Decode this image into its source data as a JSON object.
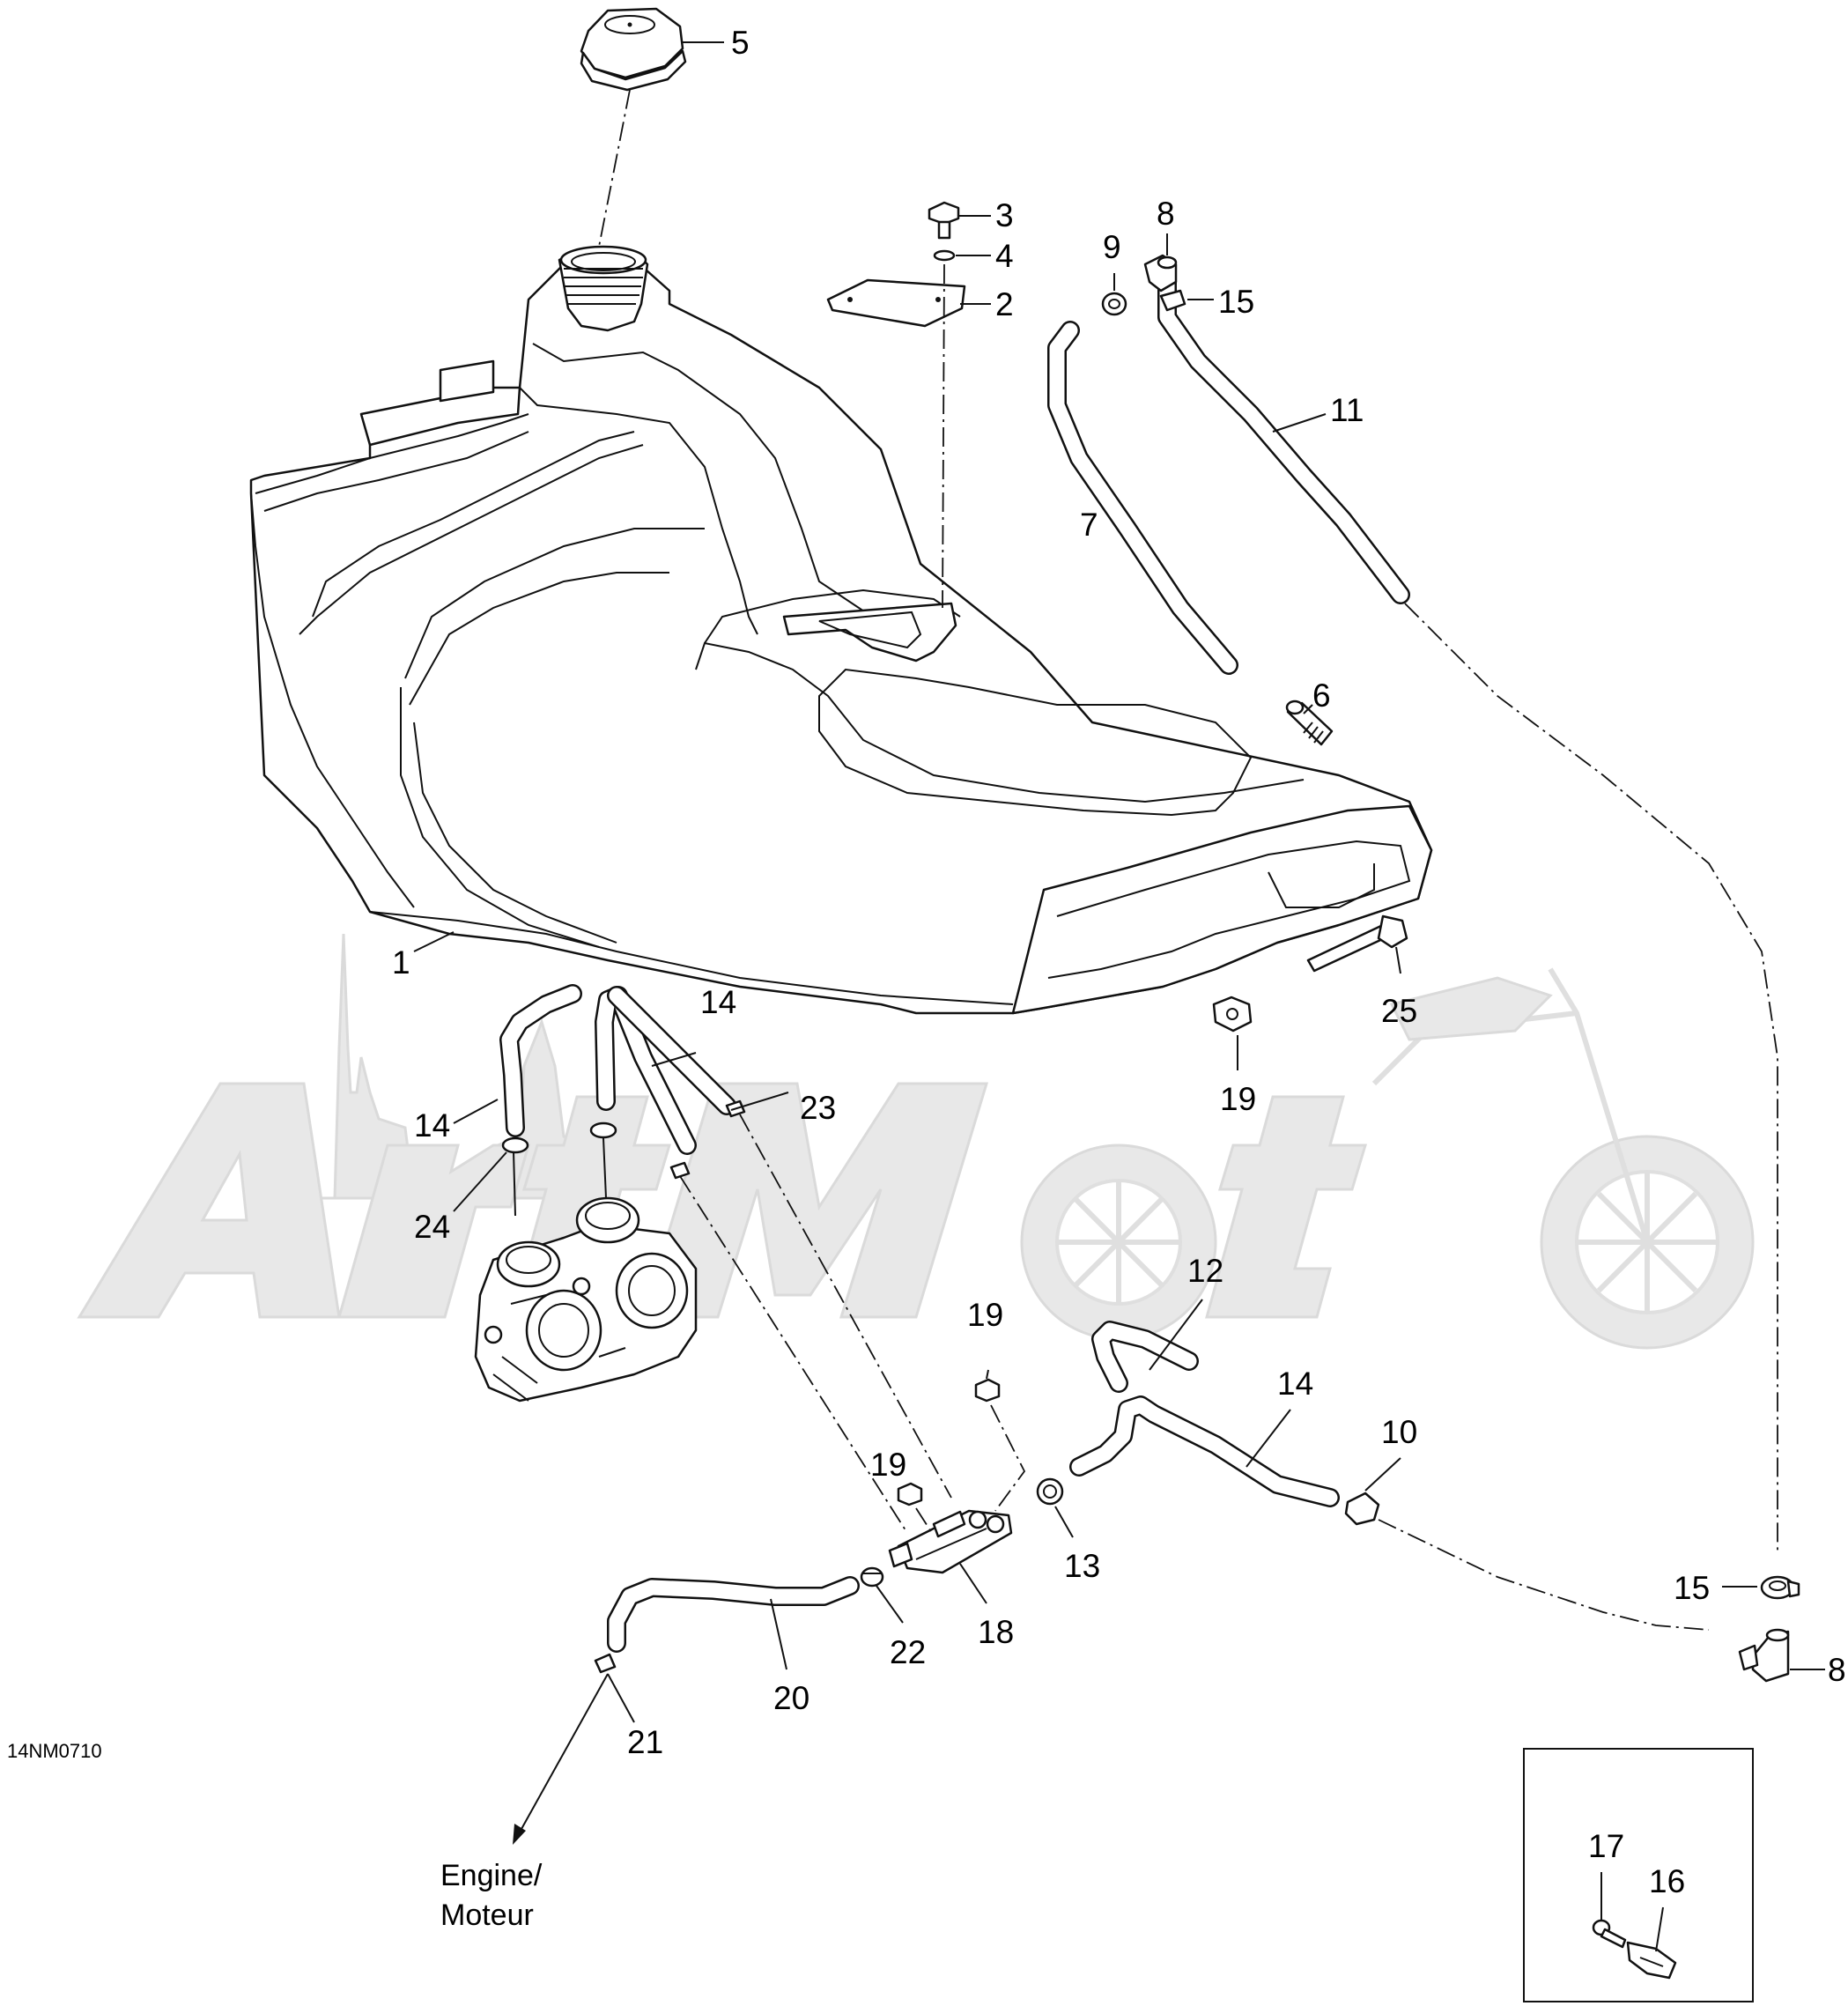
{
  "diagram_code": "14NM0710",
  "engine_label_line1": "Engine/",
  "engine_label_line2": "Moteur",
  "callouts": {
    "c1": "1",
    "c2": "2",
    "c3": "3",
    "c4": "4",
    "c5": "5",
    "c6": "6",
    "c7": "7",
    "c8a": "8",
    "c8b": "8",
    "c9": "9",
    "c10": "10",
    "c11": "11",
    "c12": "12",
    "c13": "13",
    "c14a": "14",
    "c14b": "14",
    "c14c": "14",
    "c15a": "15",
    "c15b": "15",
    "c16": "16",
    "c17": "17",
    "c18": "18",
    "c19a": "19",
    "c19b": "19",
    "c19c": "19",
    "c20": "20",
    "c21": "21",
    "c22": "22",
    "c23": "23",
    "c24": "24",
    "c25": "25"
  },
  "watermark_text": "ArtMoto"
}
